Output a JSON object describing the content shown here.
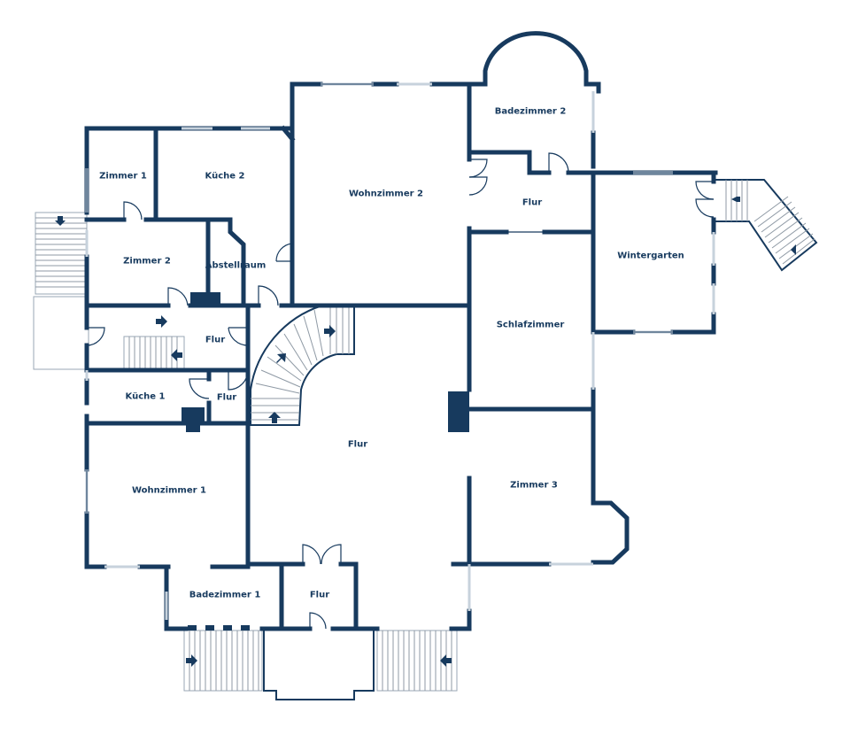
{
  "rooms": {
    "zimmer1": "Zimmer 1",
    "kueche2": "Küche 2",
    "wohnzimmer2": "Wohnzimmer 2",
    "badezimmer2": "Badezimmer 2",
    "flur_nord": "Flur",
    "wintergarten": "Wintergarten",
    "zimmer2": "Zimmer 2",
    "abstellraum": "Abstellraum",
    "flur_west": "Flur",
    "schlafzimmer": "Schlafzimmer",
    "kueche1": "Küche 1",
    "flur_klein": "Flur",
    "flur_haupt": "Flur",
    "zimmer3": "Zimmer 3",
    "wohnzimmer1": "Wohnzimmer 1",
    "badezimmer1": "Badezimmer 1",
    "flur_eingang": "Flur"
  },
  "colors": {
    "wall": "#173a5e",
    "background": "#ffffff"
  }
}
